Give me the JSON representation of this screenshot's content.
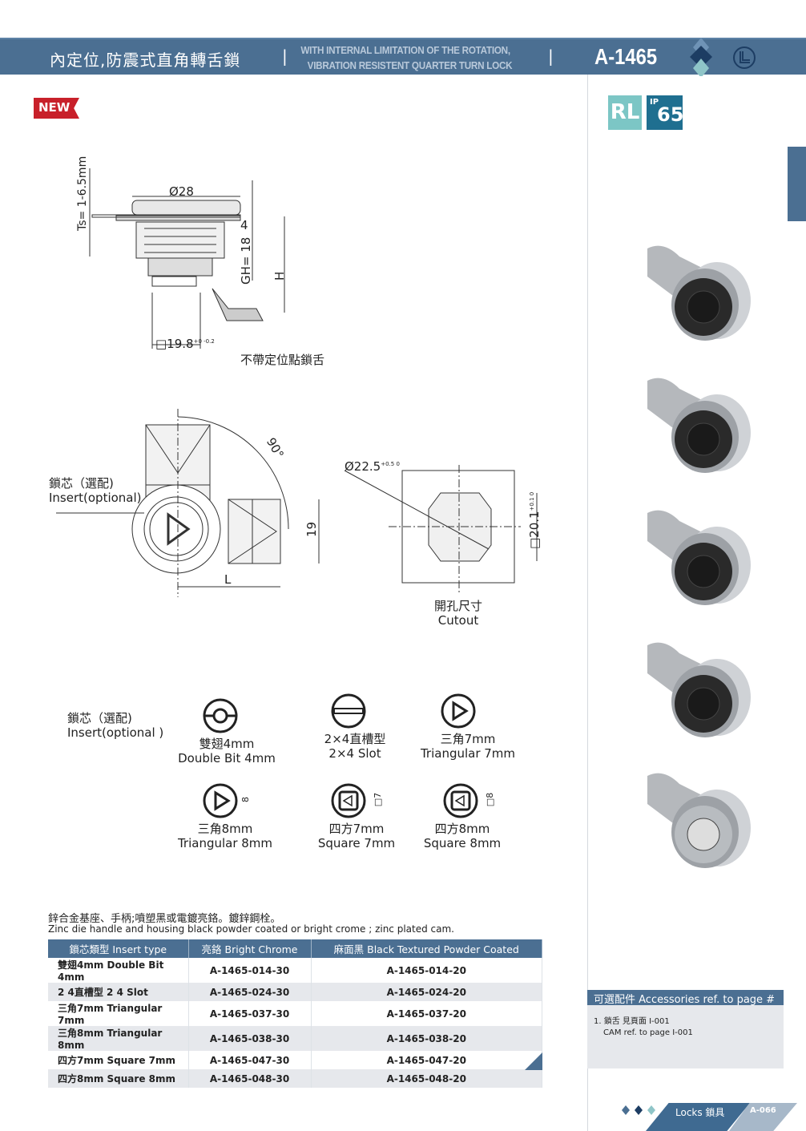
{
  "header": {
    "title_cn": "內定位,防震式直角轉舌鎖",
    "title_en_line1": "WITH INTERNAL LIMITATION OF THE ROTATION,",
    "title_en_line2": "VIBRATION RESISTENT QUARTER TURN LOCK",
    "separator": "|",
    "code": "A-1465"
  },
  "badge_new": "NEW",
  "ratings": {
    "rl": "RL",
    "ip_prefix": "IP",
    "ip_value": "65"
  },
  "drawing1": {
    "ts": "Ts= 1-6.5mm",
    "dia": "Ø28",
    "four": "4",
    "gh": "GH= 18",
    "h": "H",
    "square": "□19.8",
    "square_tol": "+0 -0.2",
    "note": "不帶定位點鎖舌"
  },
  "drawing2": {
    "angle": "90°",
    "nineteen": "19",
    "l": "L",
    "insert_cn": "鎖芯（選配)",
    "insert_en": "Insert(optional)"
  },
  "cutout": {
    "dia": "Ø22.5",
    "dia_tol": "+0.5 0",
    "square": "□20.1",
    "square_tol": "+0.1 0",
    "label_cn": "開孔尺寸",
    "label_en": "Cutout"
  },
  "inserts": {
    "label_cn": "鎖芯（選配)",
    "label_en": "Insert(optional )",
    "items": [
      {
        "cn": "雙翅4mm",
        "en": "Double Bit 4mm",
        "icon": "double-bit"
      },
      {
        "cn": "2×4直槽型",
        "en": "2×4 Slot",
        "icon": "slot"
      },
      {
        "cn": "三角7mm",
        "en": "Triangular 7mm",
        "icon": "triangle"
      },
      {
        "cn": "三角8mm",
        "en": "Triangular 8mm",
        "icon": "triangle",
        "dim": "8"
      },
      {
        "cn": "四方7mm",
        "en": "Square 7mm",
        "icon": "square",
        "dim": "□7"
      },
      {
        "cn": "四方8mm",
        "en": "Square 8mm",
        "icon": "square",
        "dim": "□8"
      }
    ]
  },
  "material": {
    "cn": "鋅合金基座、手柄;噴塑黑或電鍍亮鉻。鍍鋅鋼栓。",
    "en": "Zinc die handle and housing black powder coated or bright crome ; zinc plated cam."
  },
  "table": {
    "headers": [
      "鎖芯類型 Insert type",
      "亮鉻 Bright Chrome",
      "麻面黑 Black Textured Powder Coated"
    ],
    "rows": [
      [
        "雙翅4mm Double Bit 4mm",
        "A-1465-014-30",
        "A-1465-014-20"
      ],
      [
        "2 4直槽型 2 4 Slot",
        "A-1465-024-30",
        "A-1465-024-20"
      ],
      [
        "三角7mm Triangular 7mm",
        "A-1465-037-30",
        "A-1465-037-20"
      ],
      [
        "三角8mm Triangular 8mm",
        "A-1465-038-30",
        "A-1465-038-20"
      ],
      [
        "四方7mm Square 7mm",
        "A-1465-047-30",
        "A-1465-047-20"
      ],
      [
        "四方8mm Square 8mm",
        "A-1465-048-30",
        "A-1465-048-20"
      ]
    ]
  },
  "accessories": {
    "title": "可選配件 Accessories ref. to page #",
    "line1": "1. 鎖舌 見頁面 I-001",
    "line2": "CAM  ref. to page I-001"
  },
  "footer": {
    "section": "Locks 鎖具",
    "page": "A-066"
  },
  "colors": {
    "brand": "#4b6f92",
    "new": "#c8202a",
    "rl": "#7cc6c5",
    "ip": "#1f6f90"
  }
}
